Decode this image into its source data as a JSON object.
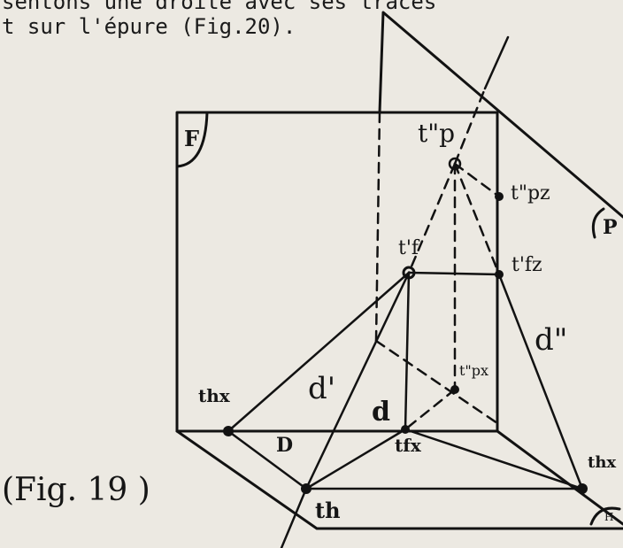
{
  "text": {
    "line1": "sentons  une droite avec ses traces",
    "line2": "t sur l'épure (Fig.20).",
    "figure_caption": "(Fig. 19 )"
  },
  "planes": {
    "frontal": "F",
    "profile": "P",
    "horizontal": "H"
  },
  "labels": {
    "t_p_pp": "t\"p",
    "t_p_pz": "t\"pz",
    "t_f_p": "t'f",
    "t_f_z": "t'fz",
    "d_second": "d\"",
    "d_prime": "d'",
    "t_p_x": "t\"px",
    "d": "d",
    "th_x_left": "thx",
    "D": "D",
    "t_f_x": "tfx",
    "th": "th",
    "th_x_right": "thx"
  },
  "colors": {
    "ink": "#121212",
    "paper": "#ece9e2"
  }
}
